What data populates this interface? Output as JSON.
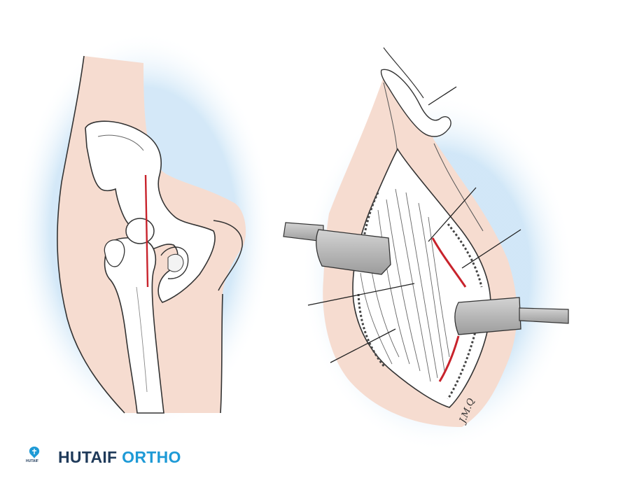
{
  "brand": {
    "name_part1": "HUTAIF",
    "name_part2": "ORTHO",
    "logo_small_text": "HUTAIF",
    "color_dark": "#1f3a5a",
    "color_accent": "#1e9ad6"
  },
  "illustration": {
    "signature_text": "J.M.Q",
    "incision_color": "#c8232c",
    "skin_color": "#f6dcd0",
    "halo_color": "#cfe6f7"
  }
}
